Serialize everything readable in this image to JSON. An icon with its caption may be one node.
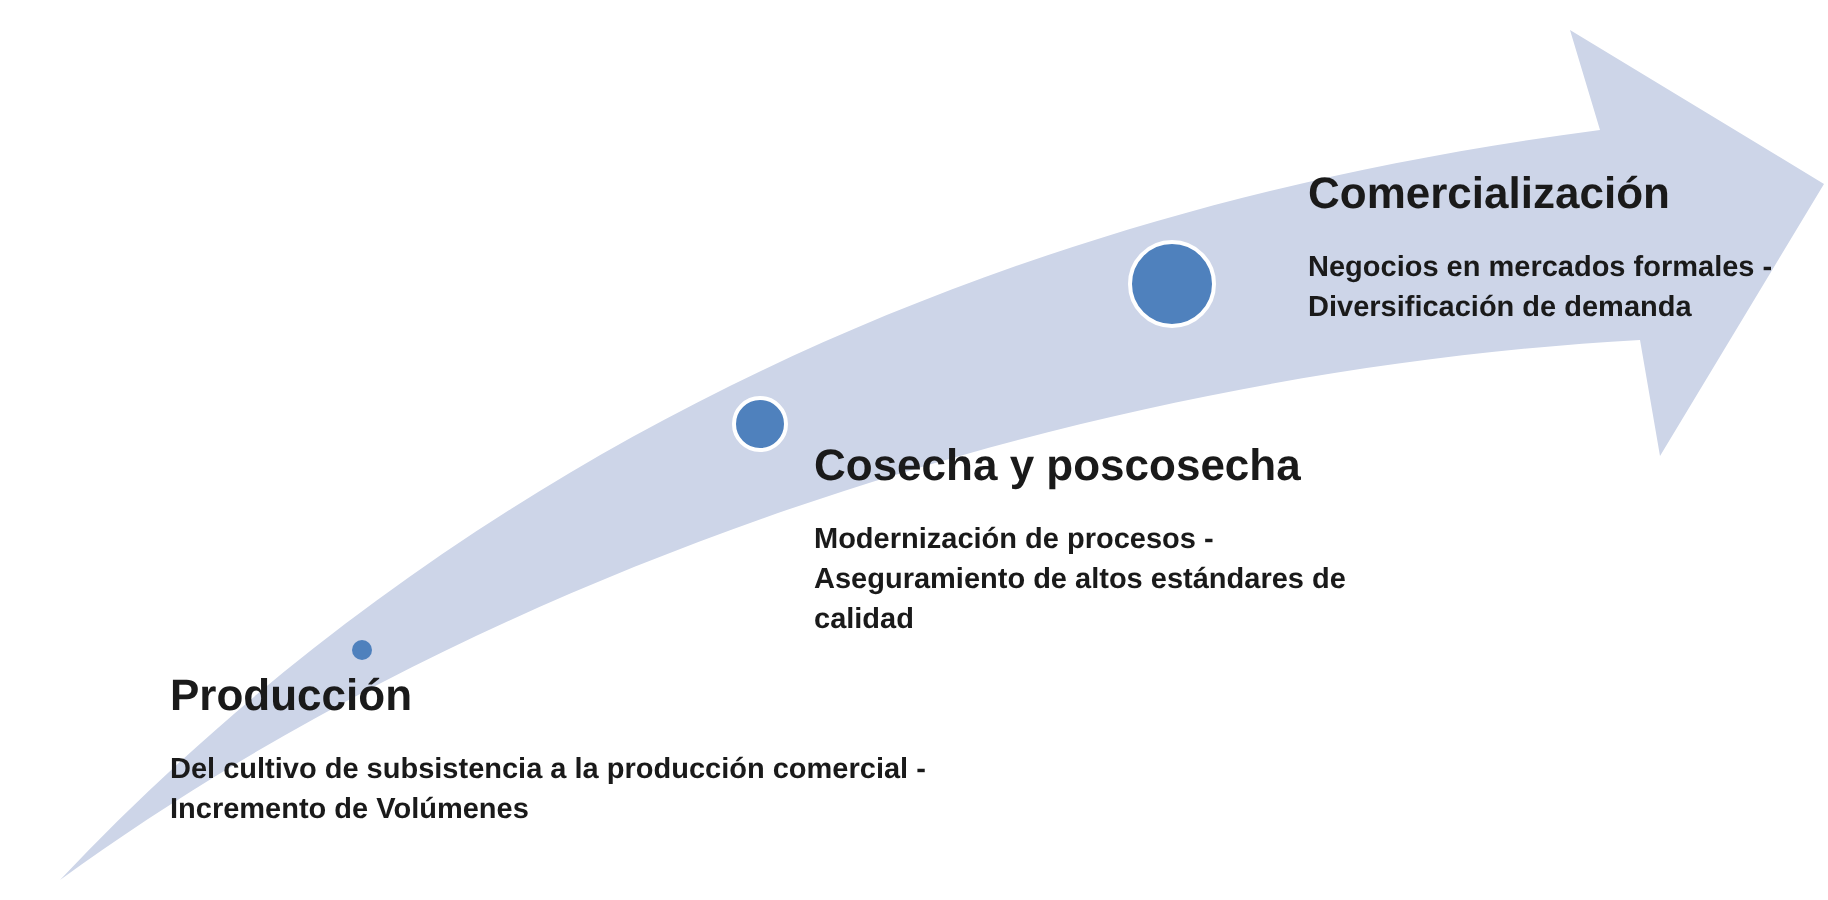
{
  "diagram": {
    "nodes": [
      {
        "text": [
          "Producción",
          "Del cultivo de subsistencia a la producción comercial - Incremento de Volúmenes"
        ]
      },
      {
        "text": [
          "Cosecha y poscosecha",
          "Modernización de procesos - Aseguramiento de altos estándares de calidad"
        ]
      },
      {
        "text": [
          "Comercialización",
          "Negocios en mercados formales - Diversificación de demanda"
        ]
      }
    ]
  }
}
